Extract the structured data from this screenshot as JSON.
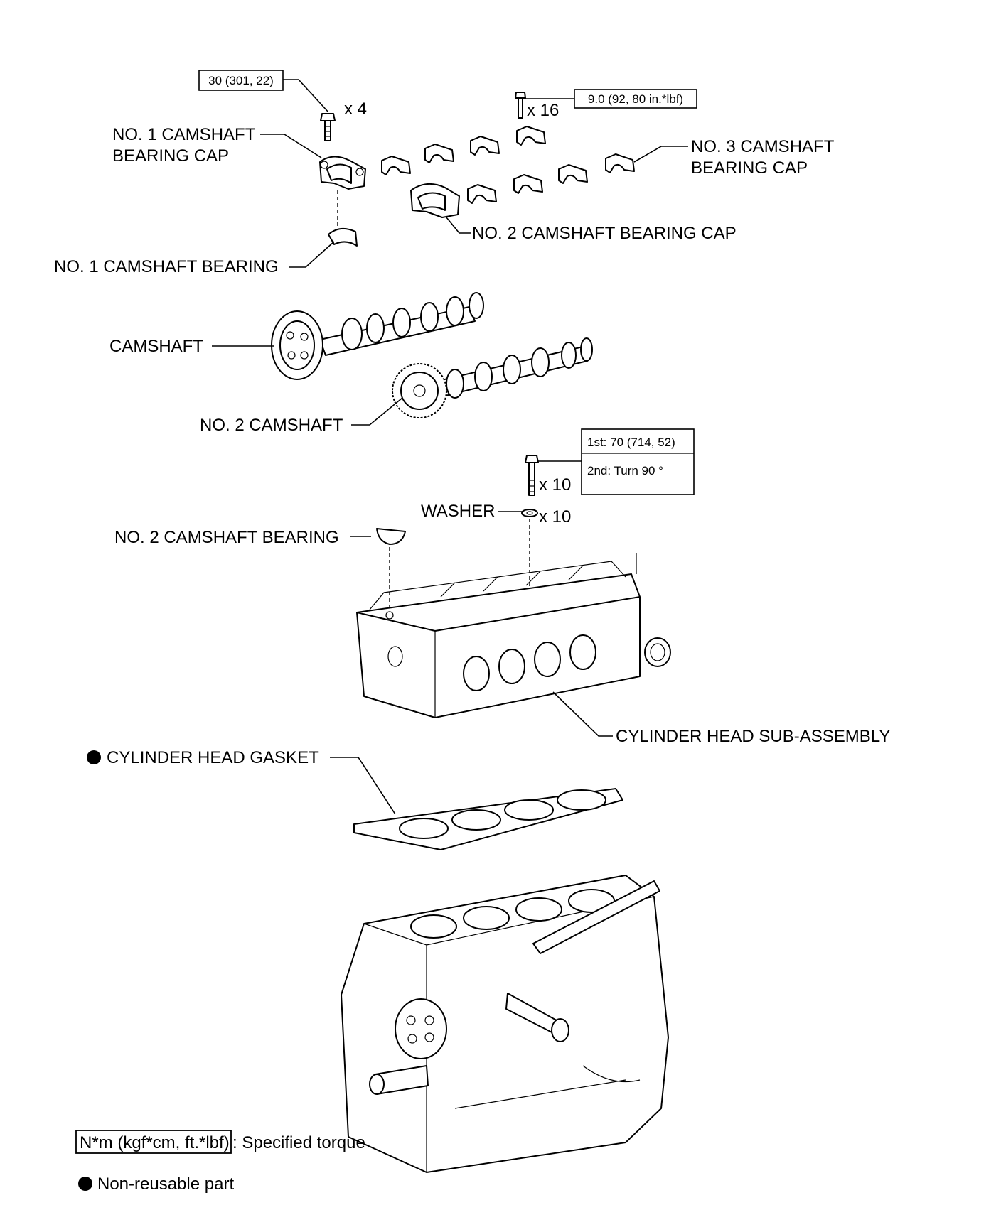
{
  "torques": {
    "bearing_cap_bolt": "30 (301, 22)",
    "small_cap_bolt": "9.0 (92, 80 in.*lbf)",
    "head_bolt_1st": "1st: 70 (714, 52)",
    "head_bolt_2nd": "2nd:  Turn 90 °"
  },
  "quantities": {
    "cap_bolt_qty": "x 4",
    "small_bolt_qty": "x 16",
    "head_bolt_qty": "x 10",
    "washer_qty": "x 10"
  },
  "labels": {
    "no1_cap_line1": "NO. 1 CAMSHAFT",
    "no1_cap_line2": "BEARING CAP",
    "no3_cap_line1": "NO. 3 CAMSHAFT",
    "no3_cap_line2": "BEARING CAP",
    "no2_cap": "NO. 2 CAMSHAFT BEARING CAP",
    "no1_bearing": "NO. 1 CAMSHAFT BEARING",
    "camshaft": "CAMSHAFT",
    "no2_camshaft": "NO. 2 CAMSHAFT",
    "washer": "WASHER",
    "no2_bearing": "NO. 2 CAMSHAFT BEARING",
    "head_assembly": "CYLINDER HEAD SUB-ASSEMBLY",
    "gasket": "CYLINDER HEAD GASKET"
  },
  "legend": {
    "torque_unit": "N*m (kgf*cm, ft.*lbf)",
    "torque_desc": ": Specified torque",
    "non_reusable": "Non-reusable part"
  }
}
